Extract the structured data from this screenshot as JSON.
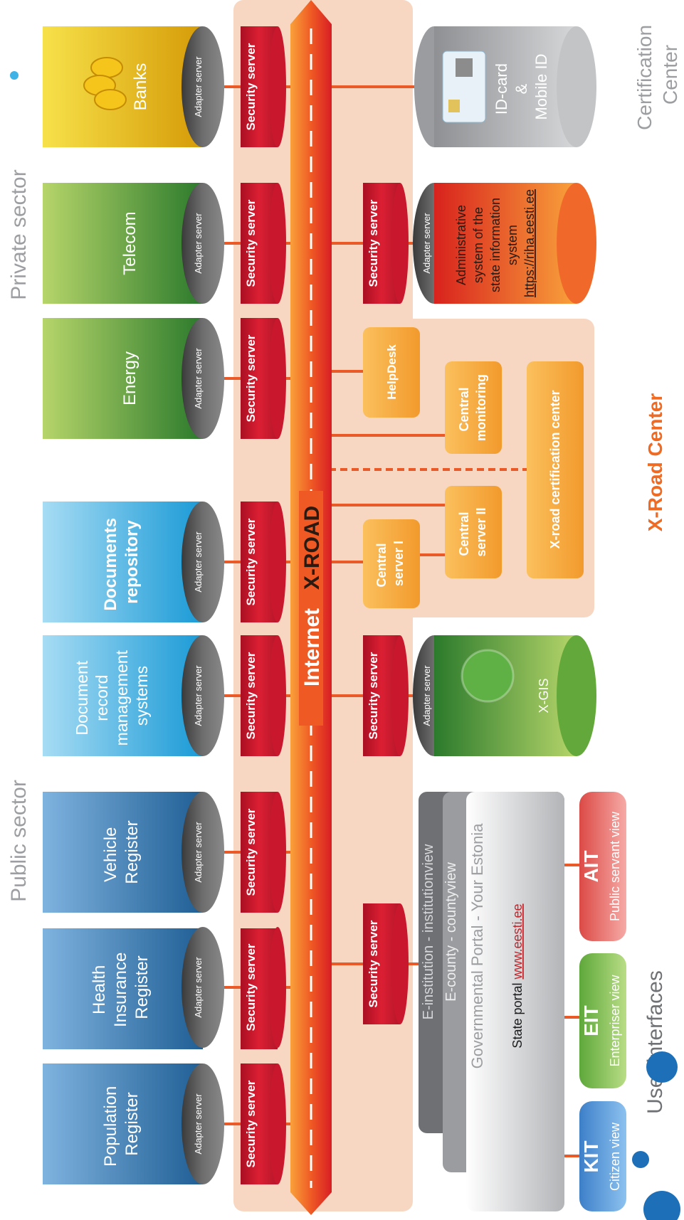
{
  "sectors": {
    "public": "Public sector",
    "private": "Private sector",
    "certification": [
      "Certification",
      "Center"
    ],
    "xroad_center": "X-Road Center",
    "user_interfaces": "User interfaces"
  },
  "backbone": {
    "internet_label": "Internet",
    "xroad_label": "X-ROAD"
  },
  "labels": {
    "adapter_server": "Adapter server",
    "security_server": "Security server"
  },
  "colors": {
    "backbone": "#e8401f",
    "security_server": "#d0152b",
    "center_panel": "#f8d7c2",
    "center_box": "#f5a23a",
    "blue_db": "#2f79b0",
    "light_blue_db": "#31b2e6",
    "green_db": "#4c9a2f",
    "yellow_db": "#e8b900",
    "grey_db": "#b9bbbd",
    "orange_db": "#ef5a1f",
    "kit": "#4a8fd8",
    "eit": "#7fbf4a",
    "ait": "#e8605a"
  },
  "databases": [
    {
      "name": "population",
      "lines": [
        "Population",
        "Register"
      ]
    },
    {
      "name": "health",
      "lines": [
        "Health",
        "Insurance",
        "Register"
      ]
    },
    {
      "name": "vehicle",
      "lines": [
        "Vehicle",
        "Register"
      ]
    },
    {
      "name": "docrecord",
      "lines": [
        "Document",
        "record",
        "management",
        "systems"
      ]
    },
    {
      "name": "docrepo",
      "lines": [
        "Documents",
        "repository"
      ]
    },
    {
      "name": "energy",
      "lines": [
        "Energy"
      ]
    },
    {
      "name": "telecom",
      "lines": [
        "Telecom"
      ]
    },
    {
      "name": "banks",
      "lines": [
        "Banks"
      ]
    },
    {
      "name": "xgis",
      "lines": [
        "X-GIS"
      ]
    },
    {
      "name": "riha",
      "lines": [
        "Administrative",
        "system of the",
        "state information",
        "system"
      ],
      "link": "https://riha.eesti.ee"
    },
    {
      "name": "idcard",
      "lines": [
        "ID-card",
        "&",
        "Mobile ID"
      ]
    }
  ],
  "center": {
    "helpdesk": [
      "HelpDesk"
    ],
    "central_monitoring": [
      "Central",
      "monitoring"
    ],
    "central_server_1": [
      "Central",
      "server I"
    ],
    "central_server_2": [
      "Central",
      "server II"
    ],
    "certification": [
      "X-road certification center"
    ]
  },
  "portal": {
    "institution": "E-institution - institutionview",
    "county": "E-county - countyview",
    "governmental": "Governmental Portal - Your Estonia",
    "state_portal": "State portal",
    "state_portal_link": "www.eesti.ee"
  },
  "interfaces": [
    {
      "name": "kit",
      "abbr": "KIT",
      "desc": "Citizen view"
    },
    {
      "name": "eit",
      "abbr": "EIT",
      "desc": "Enterpriser view"
    },
    {
      "name": "ait",
      "abbr": "AIT",
      "desc": "Public servant view"
    }
  ]
}
